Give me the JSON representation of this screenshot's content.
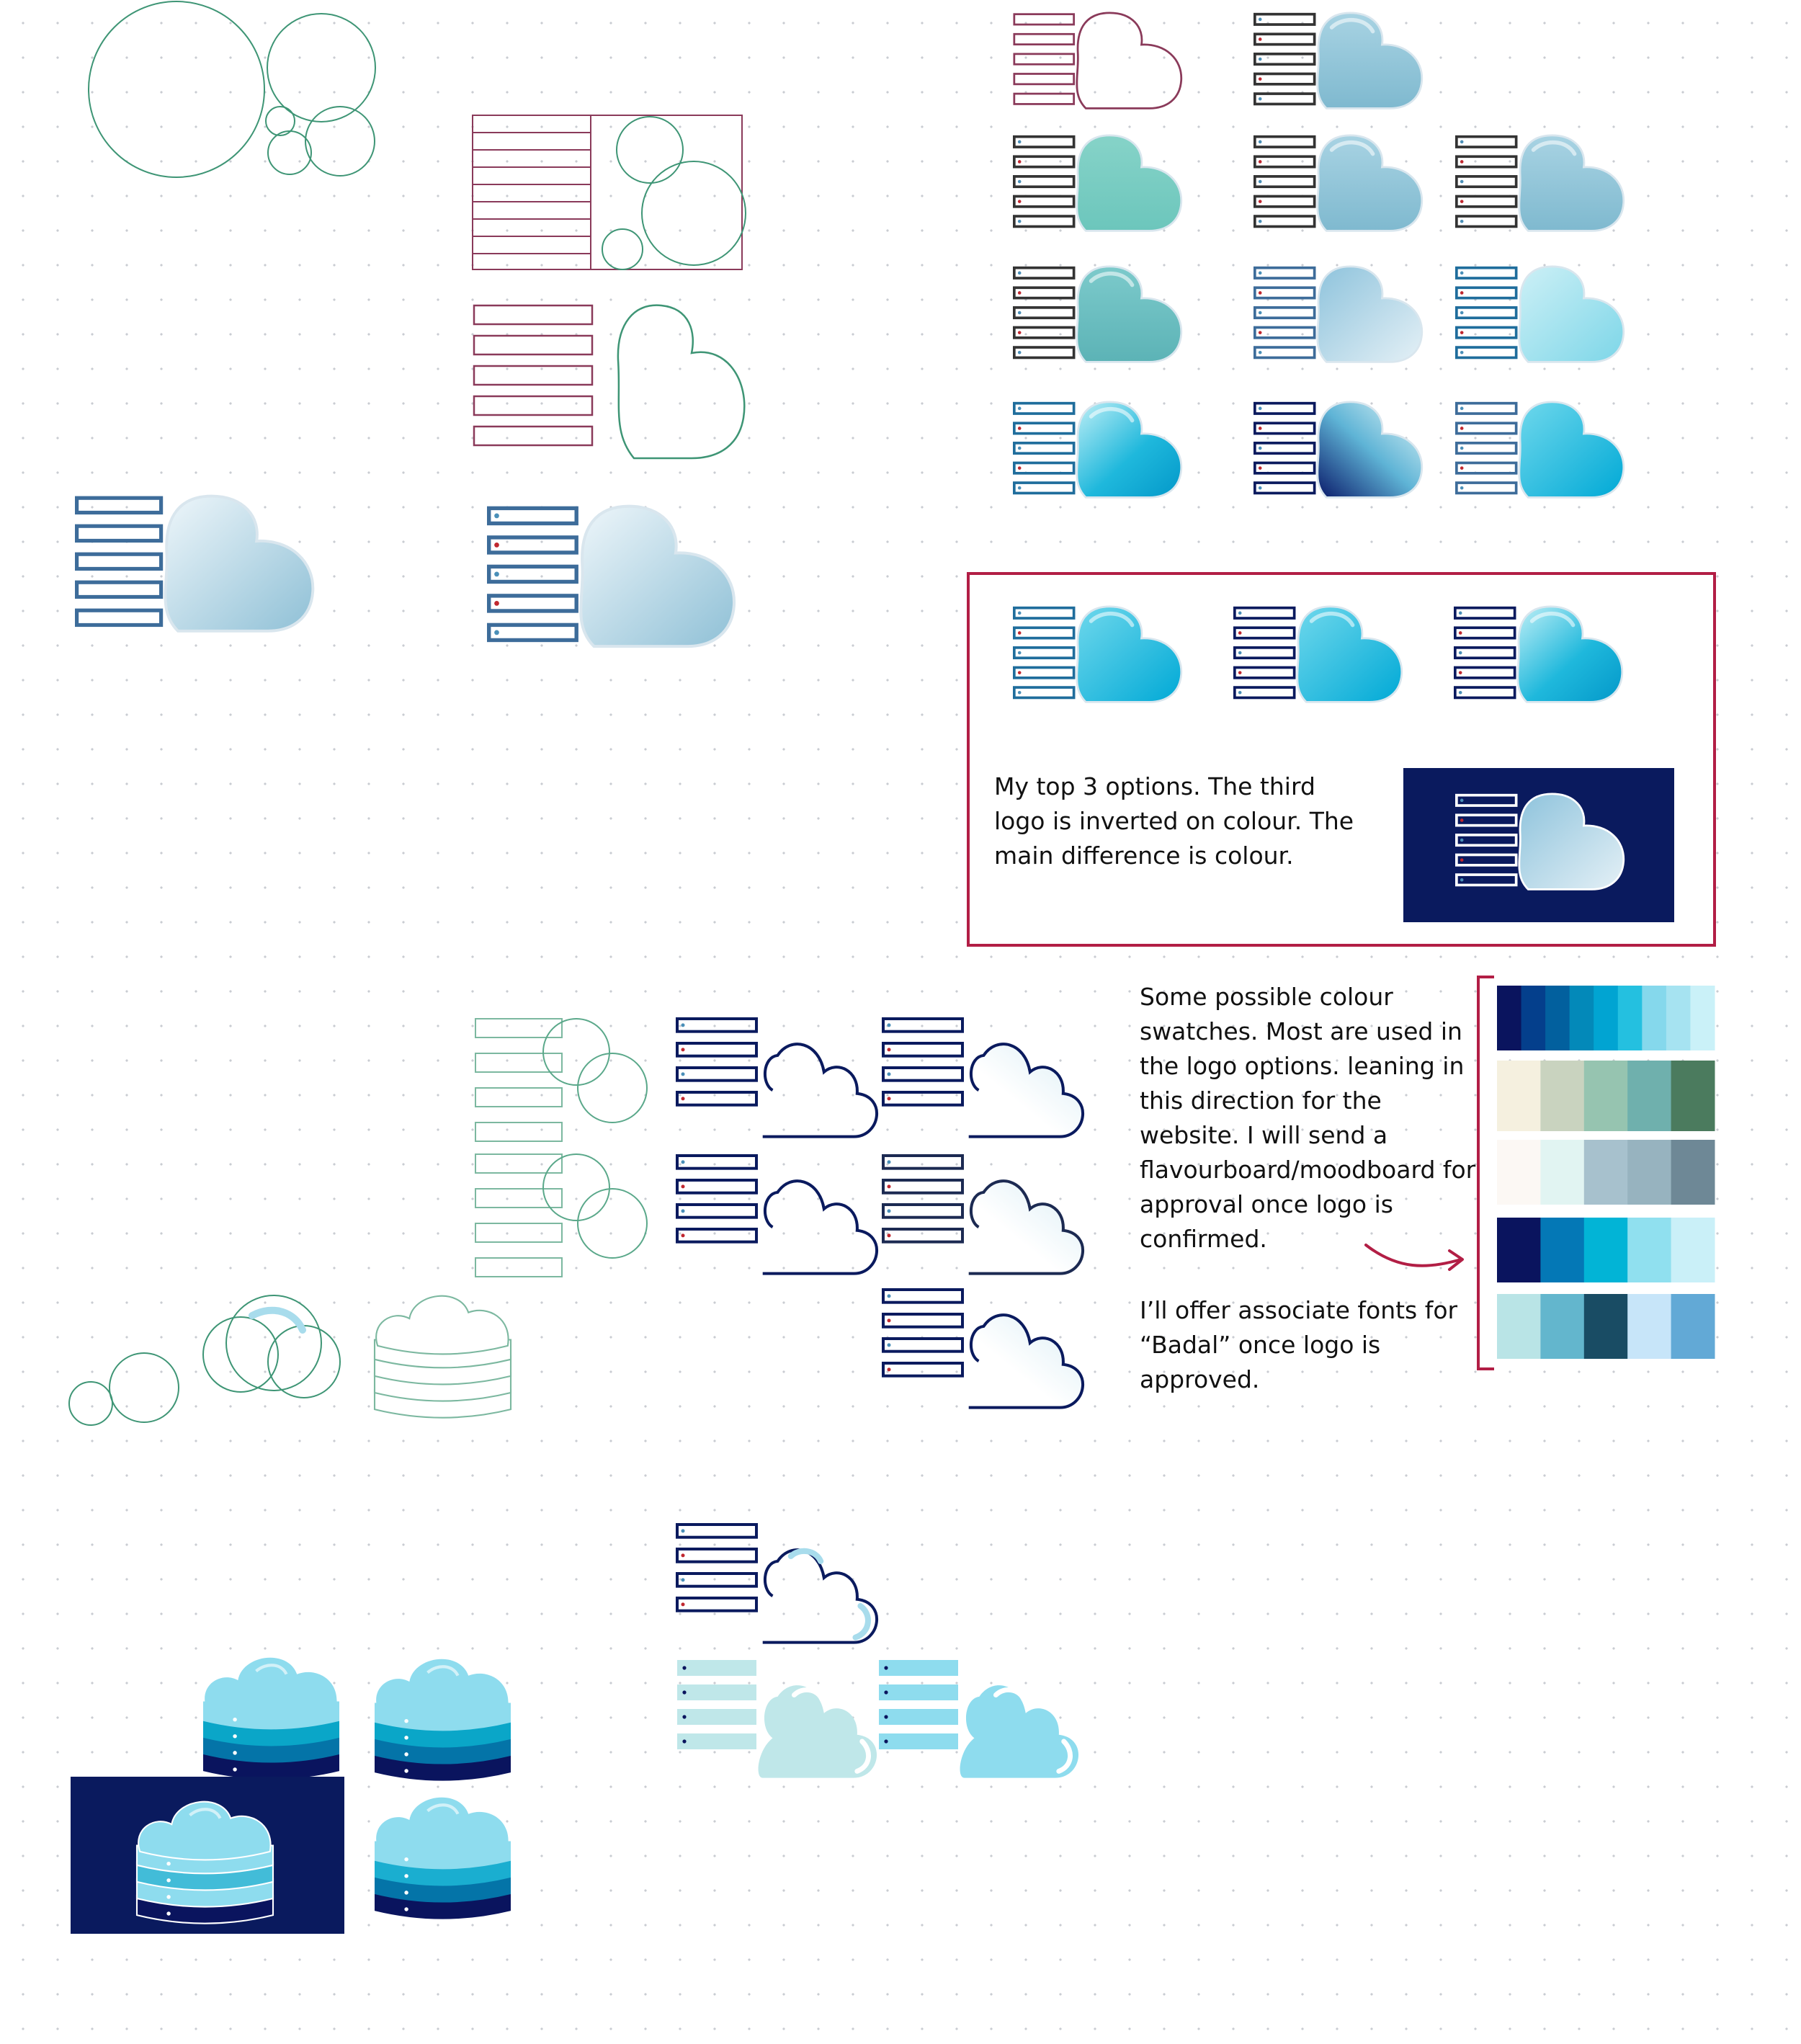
{
  "notes": {
    "top3": "My top 3 options. The third logo is inverted on colour. The main difference is colour.",
    "swatches": "Some possible colour swatches. Most are used in the logo options. leaning in this direction for the website. I will send a flavourboard/moodboard for approval once logo is confirmed.",
    "fonts": "I’ll offer associate fonts for “Badal” once logo is approved."
  },
  "icons": {
    "logo": "server-cloud-logo-icon",
    "stack": "cloud-server-stack-icon",
    "arrow": "curved-arrow-icon",
    "bracket": "swatch-bracket"
  },
  "colors": {
    "canvas": "#ffffff",
    "grid_dot": "#c9ccd2",
    "sketch_green": "#3e9575",
    "sketch_maroon": "#8a3a5a",
    "navy": "#0a1a5e",
    "highlight_frame": "#b21e45",
    "led_red": "#c0282f"
  },
  "swatch_rows": [
    [
      "#0a145e",
      "#043f8c",
      "#02609e",
      "#0389b9",
      "#01a4d2",
      "#24c0e0",
      "#85d8ec",
      "#a6e3f1",
      "#caf1f8"
    ],
    [
      "#f5f0df",
      "#c9d3bf",
      "#96c4b0",
      "#6fb0ad",
      "#4b7b5e"
    ],
    [
      "#fcf8f4",
      "#e1f4f2",
      "#a7c1cd",
      "#97b3bf",
      "#6e8896"
    ],
    [
      "#0a145e",
      "#0478b6",
      "#02b4d6",
      "#90e0ef",
      "#caf0f8"
    ],
    [
      "#b9e4e6",
      "#63b6cd",
      "#194c64",
      "#c7e5f9",
      "#62a9d6"
    ]
  ]
}
